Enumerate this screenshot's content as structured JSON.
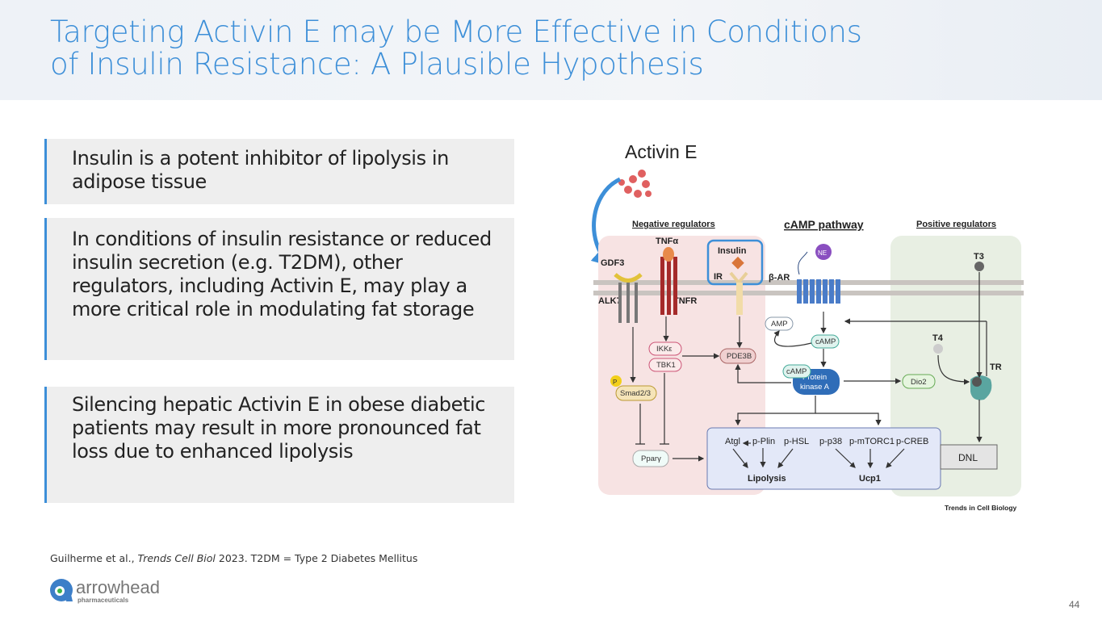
{
  "title_line1": "Targeting Activin E may be More Effective in Conditions",
  "title_line2": "of Insulin Resistance: A Plausible Hypothesis",
  "bullets": [
    "Insulin is a potent inhibitor of lipolysis in adipose tissue",
    "In conditions of insulin resistance or reduced insulin secretion (e.g. T2DM), other regulators, including Activin E, may play a more critical role in modulating fat storage",
    "Silencing hepatic Activin E in obese diabetic patients may result in more pronounced fat loss due to enhanced lipolysis"
  ],
  "citation": {
    "authors": "Guilherme et al., ",
    "journal": "Trends Cell Biol",
    "rest": " 2023. T2DM = Type 2 Diabetes Mellitus"
  },
  "logo": {
    "name": "arrowhead",
    "sub": "pharmaceuticals"
  },
  "page_number": "44",
  "diagram": {
    "activin_label": "Activin E",
    "neg": "Negative regulators",
    "camp_path": "cAMP pathway",
    "pos": "Positive regulators",
    "tnfa": "TNFα",
    "gdf3": "GDF3",
    "insulin": "Insulin",
    "ir": "IR",
    "bar": "β-AR",
    "ne": "NE",
    "t3": "T3",
    "alk7": "ALK7",
    "tnfr": "TNFR",
    "amp": "AMP",
    "camp": "cAMP",
    "t4": "T4",
    "ikke": "IKKε",
    "tbk1": "TBK1",
    "pde3b": "PDE3B",
    "tr": "TR",
    "p": "P",
    "smad": "Smad2/3",
    "camp2": "cAMP",
    "pka1": "Protein",
    "pka2": "kinase A",
    "dio2": "Dio2",
    "ppary": "Pparγ",
    "atgl": "Atgl",
    "pplin": "p-Plin",
    "phsl": "p-HSL",
    "pp38": "p-p38",
    "pmtorc1": "p-mTORC1",
    "pcreb": "p-CREB",
    "lipolysis": "Lipolysis",
    "ucp1": "Ucp1",
    "dnl": "DNL",
    "source": "Trends in Cell Biology"
  }
}
